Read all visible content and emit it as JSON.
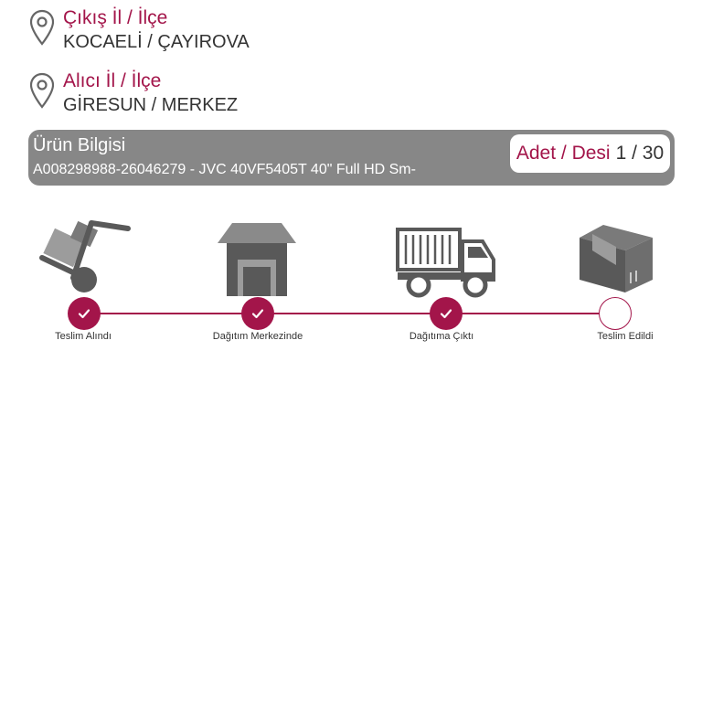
{
  "origin": {
    "title": "Çıkış İl / İlçe",
    "value": "KOCAELİ / ÇAYIROVA",
    "icon": "location-pin-icon"
  },
  "destination": {
    "title": "Alıcı İl / İlçe",
    "value": "GİRESUN / MERKEZ",
    "icon": "location-pin-icon"
  },
  "product": {
    "title": "Ürün Bilgisi",
    "description": "A008298988-26046279 - JVC 40VF5405T 40\" Full HD Sm-",
    "qty_label": "Adet / Desi",
    "qty_value": "1 / 30"
  },
  "tracking": {
    "steps": [
      {
        "label": "Teslim Alındı",
        "status": "done",
        "icon": "hand-truck-icon"
      },
      {
        "label": "Dağıtım Merkezinde",
        "status": "done",
        "icon": "warehouse-icon"
      },
      {
        "label": "Dağıtıma Çıktı",
        "status": "done",
        "icon": "delivery-truck-icon"
      },
      {
        "label": "Teslim Edildi",
        "status": "pending",
        "icon": "package-box-icon"
      }
    ]
  },
  "colors": {
    "accent": "#a3154a",
    "bar": "#878787",
    "icon": "#595959",
    "text": "#333333"
  }
}
